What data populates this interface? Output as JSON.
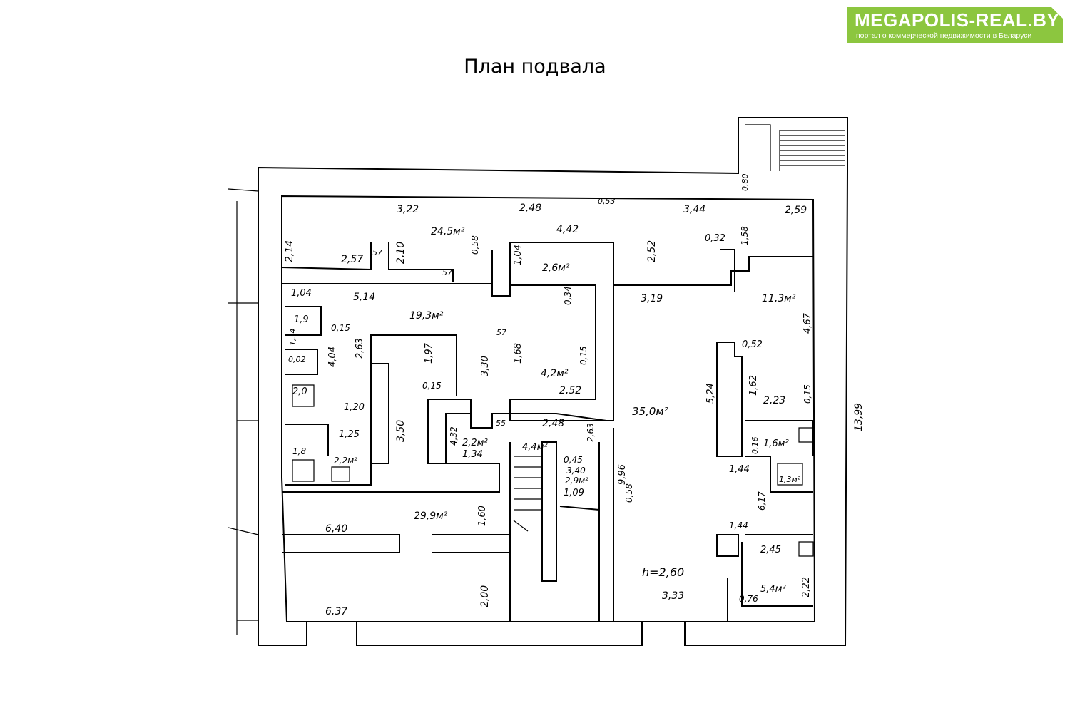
{
  "logo": {
    "brand": "MEGAPOLIS-REAL.BY",
    "tagline": "портал о коммерческой недвижимости в Беларуси",
    "color": "#8cc63f"
  },
  "title": "План подвала",
  "plan": {
    "dimensions": [
      "3,22",
      "2,48",
      "0,53",
      "3,44",
      "0,80",
      "2,59",
      "2,14",
      "2,57",
      "57",
      "2,10",
      "24,5м²",
      "0,58",
      "4,42",
      "2,52",
      "0,32",
      "1,58",
      "1,04",
      "2,6м²",
      "57",
      "5,14",
      "1,04",
      "0,34",
      "3,19",
      "11,3м²",
      "4,67",
      "19,3м²",
      "1,9",
      "0,15",
      "1,34",
      "4,04",
      "2,63",
      "0,02",
      "1,97",
      "57",
      "3,30",
      "1,68",
      "4,2м²",
      "0,15",
      "2,52",
      "0,52",
      "2,0",
      "0,15",
      "1,62",
      "2,23",
      "0,15",
      "5,24",
      "1,20",
      "35,0м²",
      "1,25",
      "3,50",
      "55",
      "2,48",
      "2,63",
      "4,32",
      "2,2м²",
      "1,34",
      "4,4м²",
      "0,45",
      "3,40",
      "9,96",
      "1,8",
      "2,2м²",
      "2,9м²",
      "1,09",
      "0,58",
      "1,6м²",
      "0,16",
      "1,44",
      "1,3м²",
      "13,99",
      "6,17",
      "29,9м²",
      "1,60",
      "6,40",
      "1,44",
      "2,45",
      "h=2,60",
      "2,00",
      "3,33",
      "5,4м²",
      "2,22",
      "6,37",
      "0,76"
    ]
  }
}
